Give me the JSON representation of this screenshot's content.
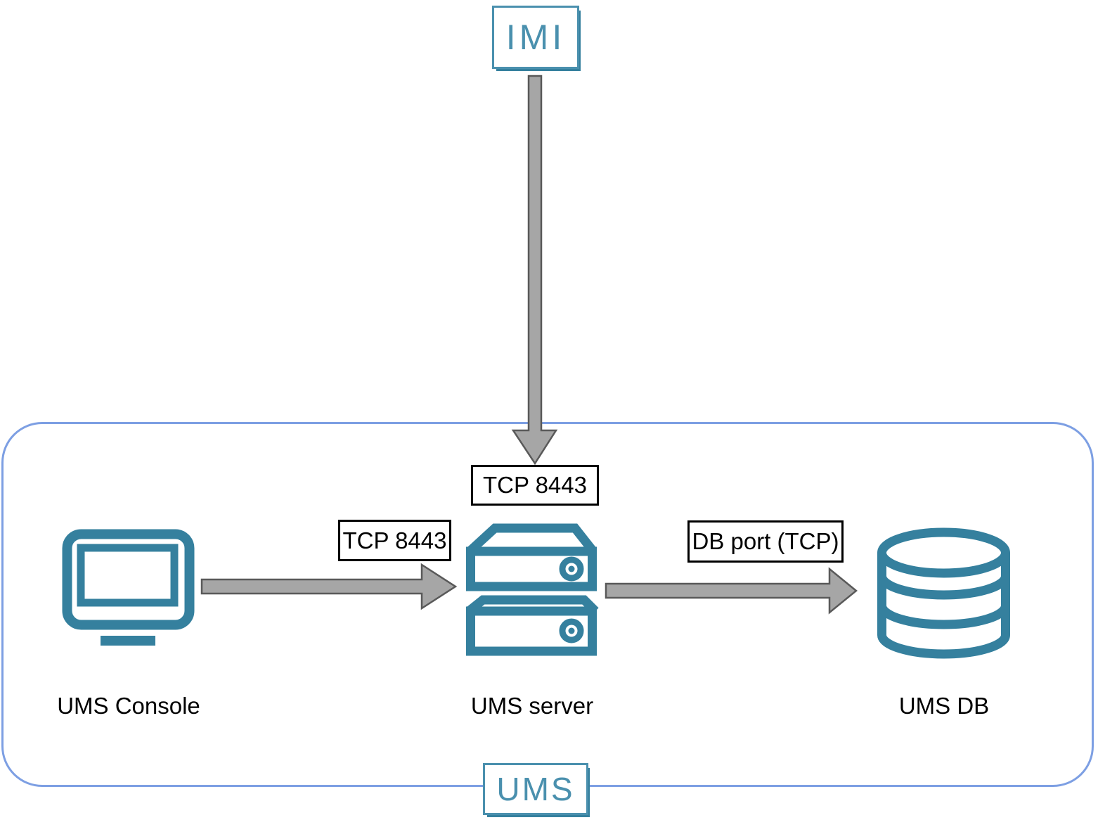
{
  "diagram": {
    "colors": {
      "teal": "#35809E",
      "teal_light": "#4A90AE",
      "container_border": "#7D9FE3",
      "arrow_fill": "#A6A6A6",
      "arrow_stroke": "#595959",
      "label_border": "#000000",
      "text": "#000000"
    },
    "nodes": {
      "imi": {
        "label": "IMI"
      },
      "console": {
        "label": "UMS Console"
      },
      "server": {
        "label": "UMS server"
      },
      "db": {
        "label": "UMS DB"
      },
      "ums_zone": {
        "label": "UMS"
      }
    },
    "edges": [
      {
        "from": "IMI",
        "to": "UMS server",
        "label": "TCP 8443"
      },
      {
        "from": "UMS Console",
        "to": "UMS server",
        "label": "TCP 8443"
      },
      {
        "from": "UMS server",
        "to": "UMS DB",
        "label": "DB port (TCP)"
      }
    ]
  }
}
